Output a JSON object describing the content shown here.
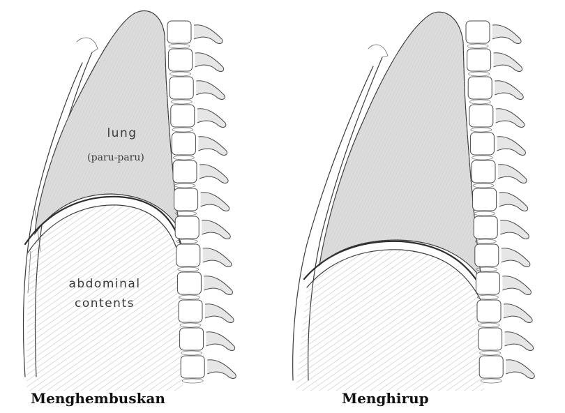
{
  "panels": [
    {
      "caption": "Menghembuskan",
      "labels": {
        "lung": "lung",
        "lung_translation": "(paru-paru)",
        "abdomen_line1": "abdominal",
        "abdomen_line2": "contents"
      }
    },
    {
      "caption": "Menghirup"
    }
  ],
  "colors": {
    "lung_fill": "#dcdcdc",
    "abdomen_fill": "#f7f7f7",
    "ink": "#3b3b3b"
  }
}
